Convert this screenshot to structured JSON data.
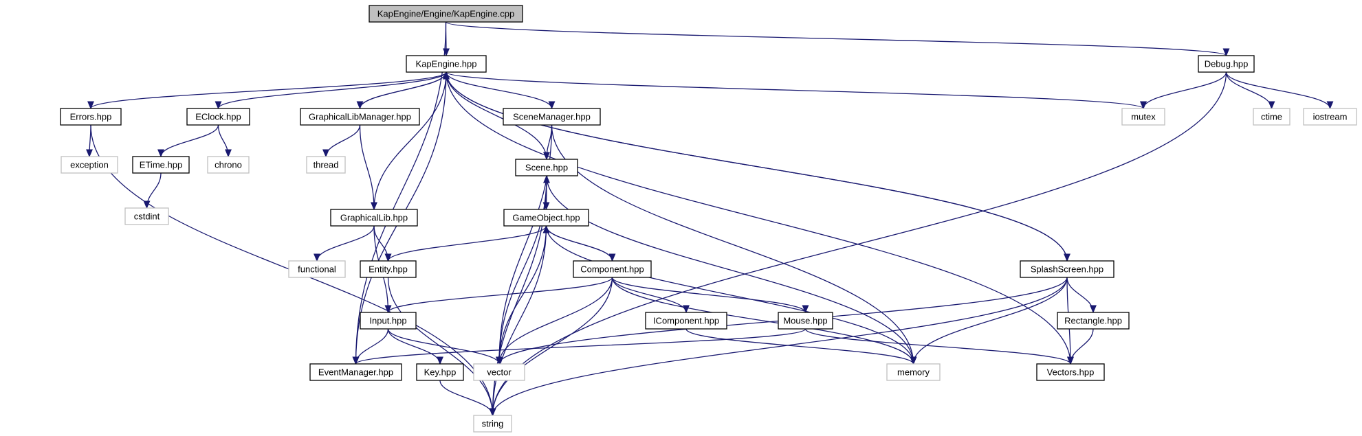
{
  "nodes": {
    "root": "KapEngine/Engine/KapEngine.cpp",
    "kapengine": "KapEngine.hpp",
    "debug": "Debug.hpp",
    "errors": "Errors.hpp",
    "eclock": "EClock.hpp",
    "glibmgr": "GraphicalLibManager.hpp",
    "scenemgr": "SceneManager.hpp",
    "mutex": "mutex",
    "ctime": "ctime",
    "iostream": "iostream",
    "exception": "exception",
    "etime": "ETime.hpp",
    "chrono": "chrono",
    "thread": "thread",
    "scene": "Scene.hpp",
    "cstdint": "cstdint",
    "glib": "GraphicalLib.hpp",
    "gameobject": "GameObject.hpp",
    "functional": "functional",
    "entity": "Entity.hpp",
    "component": "Component.hpp",
    "splash": "SplashScreen.hpp",
    "input": "Input.hpp",
    "icomponent": "IComponent.hpp",
    "mouse": "Mouse.hpp",
    "rectangle": "Rectangle.hpp",
    "eventmgr": "EventManager.hpp",
    "key": "Key.hpp",
    "vector": "vector",
    "memory": "memory",
    "vectors": "Vectors.hpp",
    "string": "string"
  },
  "external_nodes": [
    "mutex",
    "ctime",
    "iostream",
    "exception",
    "chrono",
    "thread",
    "cstdint",
    "functional",
    "vector",
    "memory",
    "string"
  ],
  "edges": [
    [
      "root",
      "kapengine"
    ],
    [
      "root",
      "debug"
    ],
    [
      "root",
      "eventmgr"
    ],
    [
      "kapengine",
      "errors"
    ],
    [
      "kapengine",
      "eclock"
    ],
    [
      "kapengine",
      "glibmgr"
    ],
    [
      "kapengine",
      "scenemgr"
    ],
    [
      "kapengine",
      "mutex"
    ],
    [
      "kapengine",
      "splash"
    ],
    [
      "kapengine",
      "vectors"
    ],
    [
      "debug",
      "mutex"
    ],
    [
      "debug",
      "ctime"
    ],
    [
      "debug",
      "iostream"
    ],
    [
      "debug",
      "string"
    ],
    [
      "errors",
      "exception"
    ],
    [
      "errors",
      "string"
    ],
    [
      "eclock",
      "etime"
    ],
    [
      "eclock",
      "chrono"
    ],
    [
      "etime",
      "cstdint"
    ],
    [
      "glibmgr",
      "kapengine"
    ],
    [
      "glibmgr",
      "thread"
    ],
    [
      "glibmgr",
      "glib"
    ],
    [
      "glib",
      "kapengine"
    ],
    [
      "glib",
      "functional"
    ],
    [
      "glib",
      "entity"
    ],
    [
      "glib",
      "input"
    ],
    [
      "scenemgr",
      "scene"
    ],
    [
      "scenemgr",
      "vector"
    ],
    [
      "scenemgr",
      "memory"
    ],
    [
      "scene",
      "kapengine"
    ],
    [
      "scene",
      "gameobject"
    ],
    [
      "scene",
      "string"
    ],
    [
      "scene",
      "vector"
    ],
    [
      "scene",
      "memory"
    ],
    [
      "gameobject",
      "scene"
    ],
    [
      "gameobject",
      "entity"
    ],
    [
      "gameobject",
      "component"
    ],
    [
      "gameobject",
      "vector"
    ],
    [
      "gameobject",
      "string"
    ],
    [
      "gameobject",
      "memory"
    ],
    [
      "component",
      "gameobject"
    ],
    [
      "component",
      "input"
    ],
    [
      "component",
      "icomponent"
    ],
    [
      "component",
      "mouse"
    ],
    [
      "component",
      "vector"
    ],
    [
      "component",
      "string"
    ],
    [
      "component",
      "memory"
    ],
    [
      "entity",
      "string"
    ],
    [
      "input",
      "eventmgr"
    ],
    [
      "input",
      "key"
    ],
    [
      "input",
      "vector"
    ],
    [
      "eventmgr",
      "kapengine"
    ],
    [
      "key",
      "string"
    ],
    [
      "icomponent",
      "memory"
    ],
    [
      "mouse",
      "eventmgr"
    ],
    [
      "mouse",
      "vectors"
    ],
    [
      "splash",
      "kapengine"
    ],
    [
      "splash",
      "vector"
    ],
    [
      "splash",
      "memory"
    ],
    [
      "splash",
      "rectangle"
    ],
    [
      "splash",
      "vectors"
    ],
    [
      "splash",
      "string"
    ],
    [
      "rectangle",
      "vectors"
    ]
  ]
}
